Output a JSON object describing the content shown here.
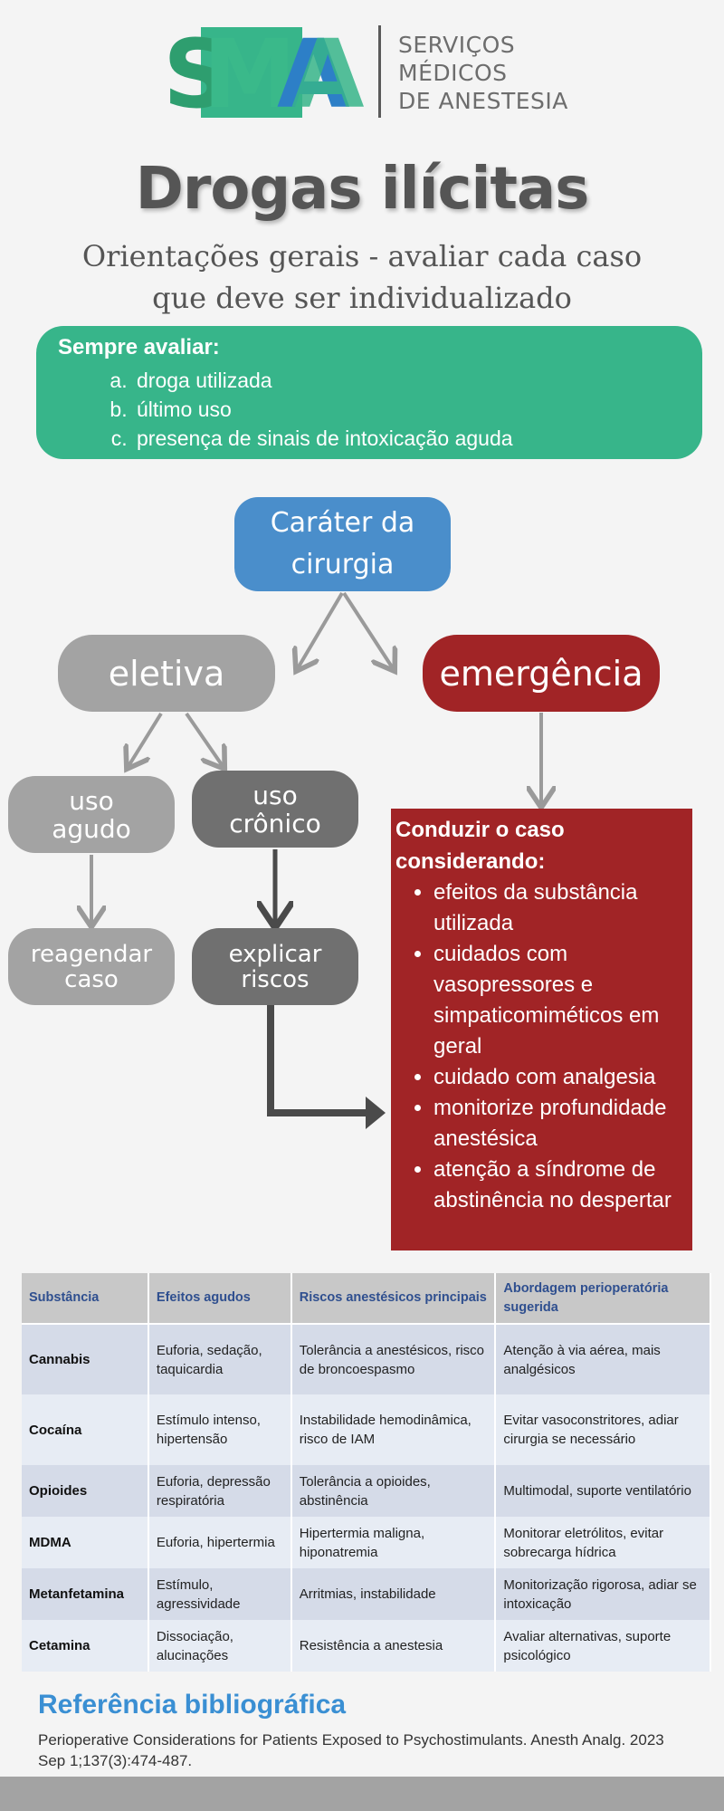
{
  "logo": {
    "letters": "SMA",
    "lines": [
      "SERVIÇOS",
      "MÉDICOS",
      "DE ANESTESIA"
    ]
  },
  "title": "Drogas ilícitas",
  "subtitle": [
    "Orientações gerais - avaliar cada caso",
    "que deve ser individualizado"
  ],
  "assess": {
    "heading": "Sempre avaliar:",
    "items": [
      "droga utilizada",
      "último uso",
      "presença de sinais de intoxicação aguda"
    ]
  },
  "flow": {
    "root": [
      "Caráter da",
      "cirurgia"
    ],
    "elective": "eletiva",
    "emergency": "emergência",
    "acute_use": [
      "uso",
      "agudo"
    ],
    "chronic_use": [
      "uso",
      "crônico"
    ],
    "reschedule": [
      "reagendar",
      "caso"
    ],
    "explain": [
      "explicar",
      "riscos"
    ],
    "conduct": {
      "heading": "Conduzir o caso considerando:",
      "items": [
        "efeitos da substância utilizada",
        "cuidados com vasopressores e simpaticomiméticos em geral",
        "cuidado com analgesia",
        "monitorize profundidade anestésica",
        "atenção a síndrome de abstinência no despertar"
      ]
    }
  },
  "table": {
    "headers": [
      "Substância",
      "Efeitos agudos",
      "Riscos anestésicos principais",
      "Abordagem perioperatória sugerida"
    ],
    "rows": [
      [
        "Cannabis",
        "Euforia, sedação, taquicardia",
        "Tolerância a anestésicos, risco de broncoespasmo",
        "Atenção à via aérea, mais analgésicos"
      ],
      [
        "Cocaína",
        "Estímulo intenso, hipertensão",
        "Instabilidade hemodinâmica, risco de IAM",
        "Evitar vasoconstritores, adiar cirurgia se necessário"
      ],
      [
        "Opioides",
        "Euforia, depressão respiratória",
        "Tolerância a opioides, abstinência",
        "Multimodal, suporte ventilatório"
      ],
      [
        "MDMA",
        "Euforia, hipertermia",
        "Hipertermia maligna, hiponatremia",
        "Monitorar eletrólitos, evitar sobrecarga hídrica"
      ],
      [
        "Metanfetamina",
        "Estímulo, agressividade",
        "Arritmias, instabilidade",
        "Monitorização rigorosa, adiar se intoxicação"
      ],
      [
        "Cetamina",
        "Dissociação, alucinações",
        "Resistência a anestesia",
        "Avaliar alternativas, suporte psicológico"
      ]
    ]
  },
  "reference": {
    "heading": "Referência bibliográfica",
    "text": "Perioperative Considerations for Patients Exposed to Psychostimulants. Anesth Analg. 2023 Sep 1;137(3):474-487."
  },
  "colors": {
    "green": "#37b58a",
    "blue": "#4a8ecb",
    "gray_light": "#a3a3a3",
    "gray_dark": "#707070",
    "red": "#a12426"
  }
}
